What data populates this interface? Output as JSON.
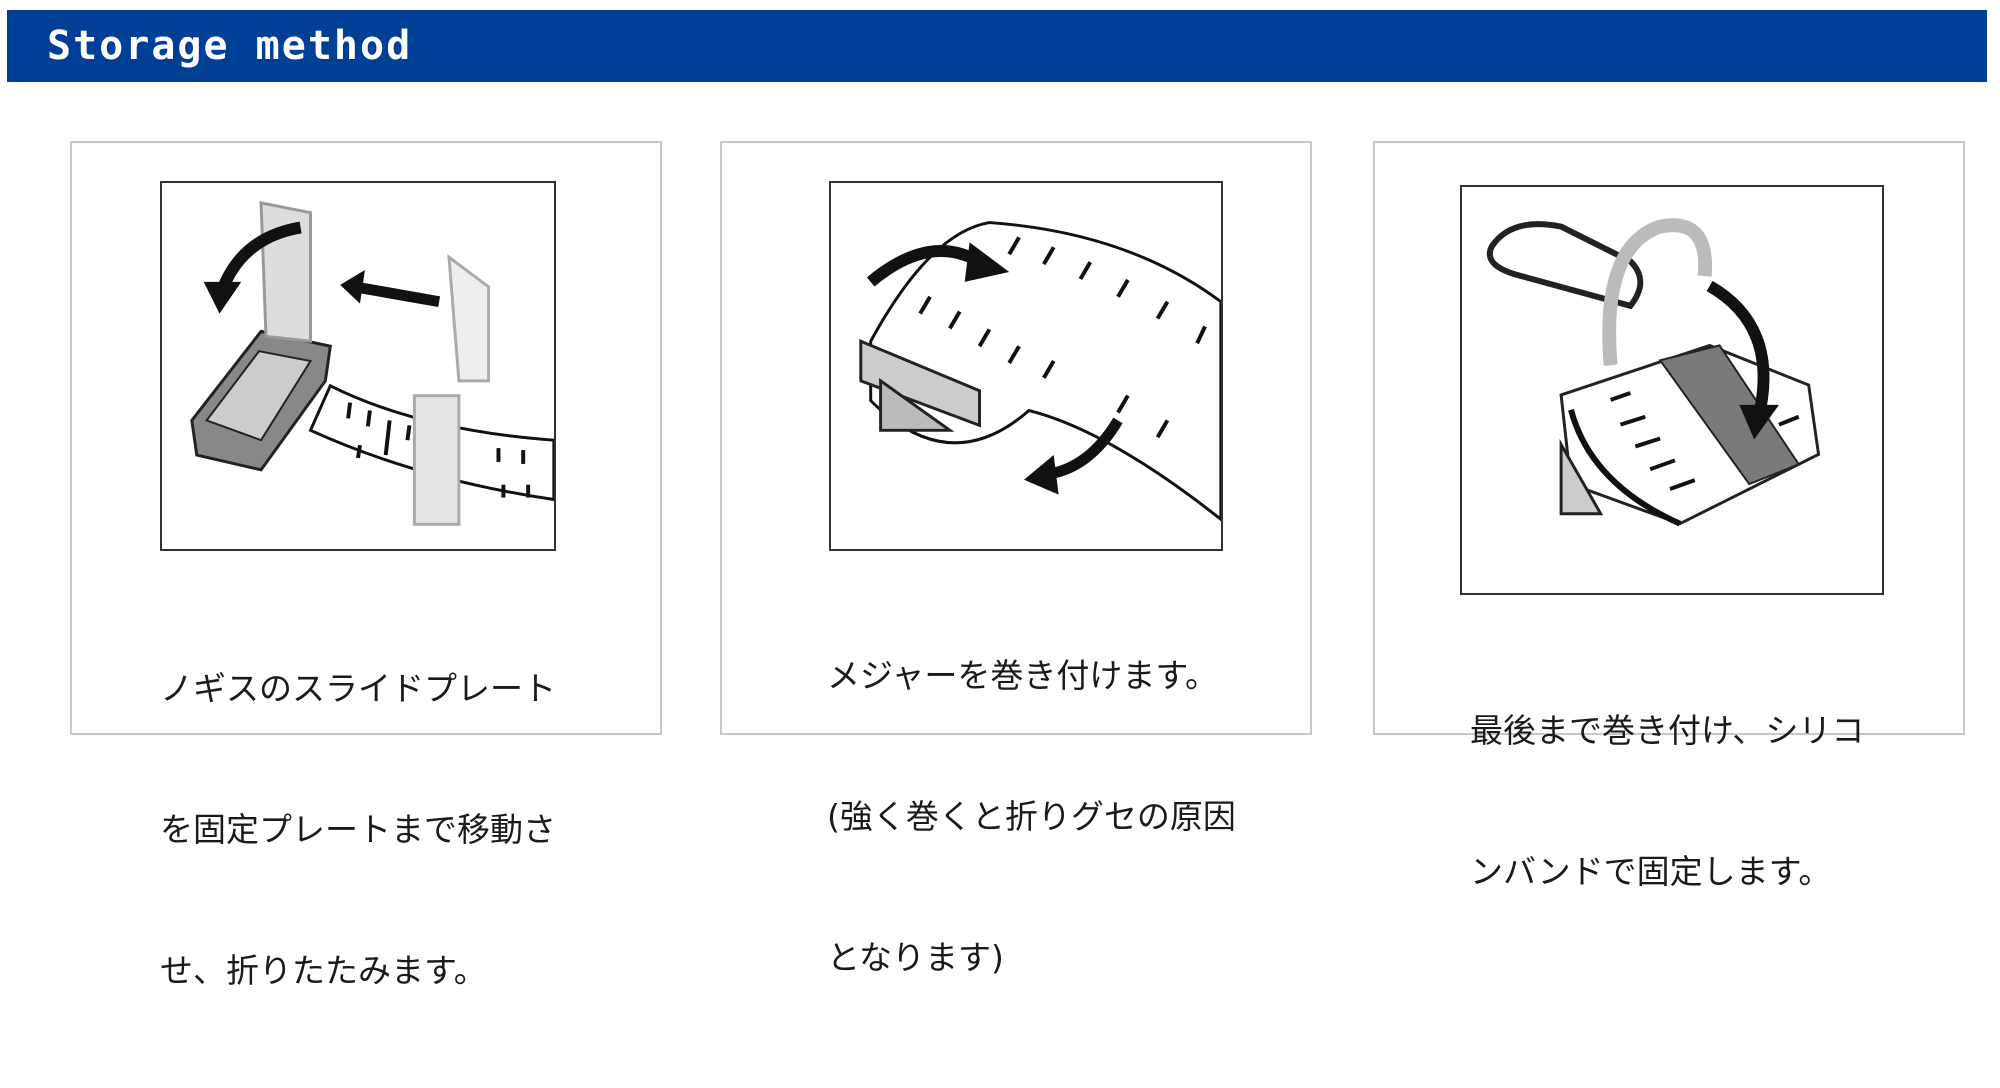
{
  "header": {
    "title": "Storage method",
    "background_color": "#003f96",
    "text_color": "#ffffff"
  },
  "steps": [
    {
      "illustration": "caliper-slide-plate-fold-illustration",
      "caption_lines": [
        "ノギスのスライドプレート",
        "を固定プレートまで移動さ",
        "せ、折りたたみます。"
      ]
    },
    {
      "illustration": "tape-winding-illustration",
      "caption_lines": [
        "メジャーを巻き付けます。",
        "(強く巻くと折りグセの原因",
        "となります)"
      ]
    },
    {
      "illustration": "silicone-band-fastening-illustration",
      "caption_lines": [
        "最後まで巻き付け、シリコ",
        "ンバンドで固定します。"
      ]
    }
  ]
}
